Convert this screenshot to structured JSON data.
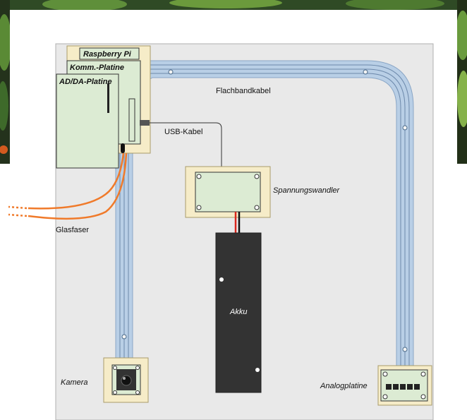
{
  "labels": {
    "raspberry_pi": "Raspberry Pi",
    "komm_platine": "Komm.-Platine",
    "ad_da_platine": "AD/DA-Platine",
    "flachbandkabel": "Flachbandkabel",
    "usb_kabel": "USB-Kabel",
    "spannungswandler": "Spannungswandler",
    "glasfaser": "Glasfaser",
    "akku": "Akku",
    "kamera": "Kamera",
    "analogplatine": "Analogplatine"
  },
  "colors": {
    "board_panel": "#e9e9e9",
    "pcb": "#dcebd3",
    "pcb_mount": "#f6ecc8",
    "ribbon": "#b9cfe6",
    "ribbon_line": "#6d89ab",
    "battery": "#333333",
    "fiber": "#f07a2a",
    "wire_red": "#d9261c"
  }
}
